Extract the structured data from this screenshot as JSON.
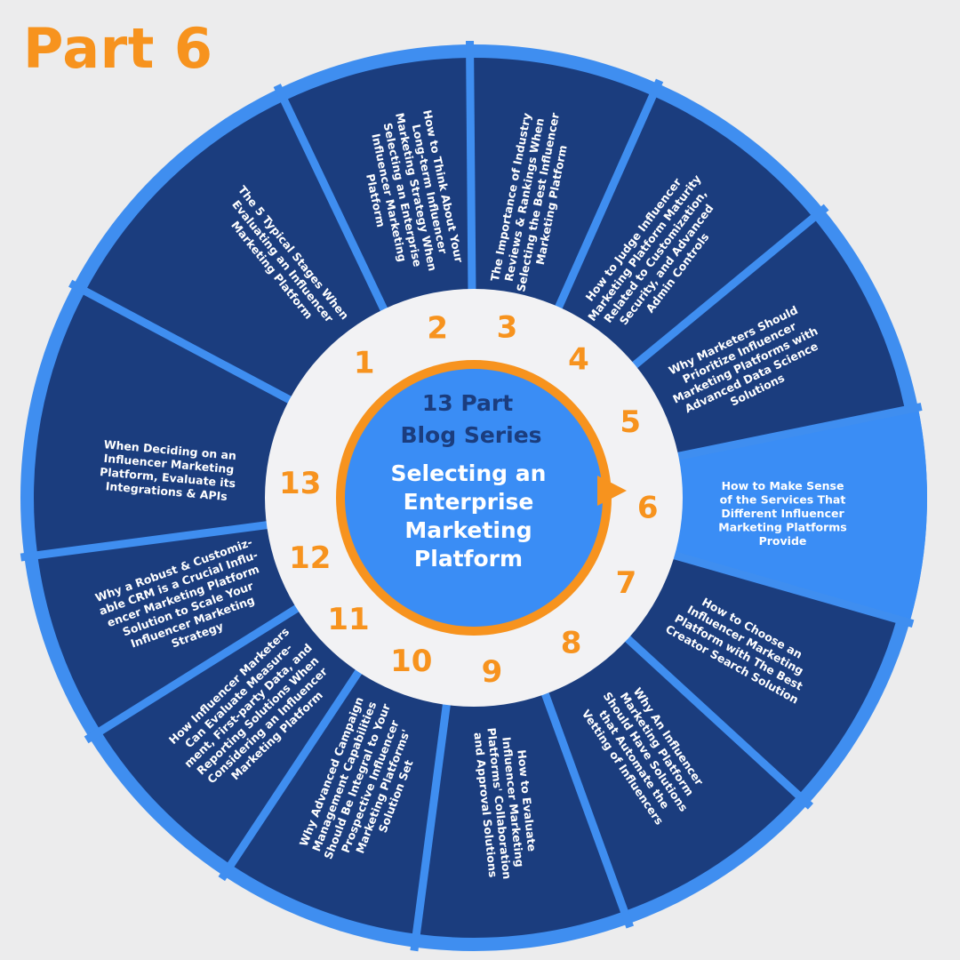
{
  "page_title": "Part 6",
  "active_part": "6",
  "center": {
    "series_line1": "13 Part",
    "series_line2": "Blog Series",
    "title_lines": [
      "Selecting an",
      "Enterprise",
      "Marketing",
      "Platform"
    ]
  },
  "parts": [
    {
      "number": "1",
      "lines": [
        "The 5 Typical Stages When",
        "Evaluating an Influencer",
        "Marketing Platform"
      ]
    },
    {
      "number": "2",
      "lines": [
        "How to Think About Your",
        "Long-term Influencer",
        "Marketing Strategy When",
        "Selecting an Enterprise",
        "Influencer Marketing",
        "Platform"
      ]
    },
    {
      "number": "3",
      "lines": [
        "The Importance of Industry",
        "Reviews & Rankings When",
        "Selecting the Best Influencer",
        "Marketing Platform"
      ]
    },
    {
      "number": "4",
      "lines": [
        "How to Judge Influencer",
        "Marketing Platform Maturity",
        "Related to Customization,",
        "Security, and Advanced",
        "Admin Controls"
      ]
    },
    {
      "number": "5",
      "lines": [
        "Why Marketers Should",
        "Prioritize Influencer",
        "Marketing Platforms with",
        "Advanced Data Science",
        "Solutions"
      ]
    },
    {
      "number": "6",
      "lines": [
        "How to Make Sense",
        "of the Services That",
        "Different Influencer",
        "Marketing Platforms",
        "Provide"
      ]
    },
    {
      "number": "7",
      "lines": [
        "How to Choose an",
        "Influencer Marketing",
        "Platform with The Best",
        "Creator Search Solution"
      ]
    },
    {
      "number": "8",
      "lines": [
        "Why An Influencer",
        "Marketing Platform",
        "Should Have Solutions",
        "that Automate the",
        "Vetting of Influencers"
      ]
    },
    {
      "number": "9",
      "lines": [
        "How to Evaluate",
        "Influencer Marketing",
        "Platforms' Collaboration",
        "and Approval Solutions"
      ]
    },
    {
      "number": "10",
      "lines": [
        "Why Advanced Campaign",
        "Management Capabilities",
        "Should Be Integral to Your",
        "Prospective Influencer",
        "Marketing Platforms'",
        "Solution Set"
      ]
    },
    {
      "number": "11",
      "lines": [
        "How Influencer Marketers",
        "Can Evaluate Measure-",
        "ment, First-party Data, and",
        "Reporting Solutions When",
        "Considering an Influencer",
        "Marketing Platform"
      ]
    },
    {
      "number": "12",
      "lines": [
        "Why a Robust & Customiz-",
        "able CRM is a Crucial Influ-",
        "encer Marketing Platform",
        "Solution to Scale Your",
        "Influencer Marketing",
        "Strategy"
      ]
    },
    {
      "number": "13",
      "lines": [
        "When Deciding on an",
        "Influencer Marketing",
        "Platform, Evaluate its",
        "Integrations & APIs"
      ]
    }
  ],
  "colors": {
    "background": "#ececed",
    "segment_dark": "#1b3d7e",
    "segment_active": "#3a8df5",
    "ring_blue": "#3f8ef0",
    "number_ring": "#f2f2f4",
    "accent_orange": "#f7931e",
    "text_white": "#ffffff"
  }
}
